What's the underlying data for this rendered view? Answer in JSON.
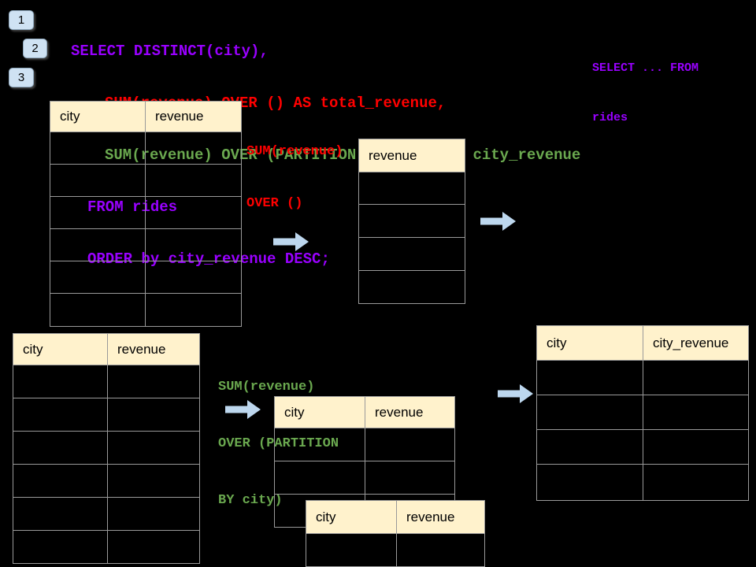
{
  "slide": {
    "background": "#000000"
  },
  "step_badges": [
    {
      "label": "1"
    },
    {
      "label": "2"
    },
    {
      "label": "3"
    }
  ],
  "sql_code": {
    "line1": "SELECT DISTINCT(city),",
    "line2": "SUM(revenue) OVER () AS total_revenue,",
    "line3": "SUM(revenue) OVER (PARTITION BY city) as city_revenue",
    "line4": "FROM rides",
    "line5": "ORDER by city_revenue DESC;"
  },
  "from_note": {
    "line1": "SELECT ... FROM",
    "line2": "rides"
  },
  "total_revenue_note": {
    "line1": "SUM(revenue)",
    "line2": "OVER ()"
  },
  "partition_note": {
    "line1": "SUM(revenue)",
    "line2": "OVER (PARTITION",
    "line3": "BY city)"
  },
  "tables": {
    "source_top": {
      "col1": "city",
      "col2": "revenue",
      "empty_rows": 6
    },
    "total_revenue": {
      "col1": "revenue",
      "empty_rows": 4
    },
    "source_bottom": {
      "col1": "city",
      "col2": "revenue",
      "empty_rows": 6
    },
    "partition_back": {
      "col1": "city",
      "col2": "revenue",
      "empty_rows": 3
    },
    "partition_front": {
      "col1": "city",
      "col2": "revenue",
      "empty_rows": 1
    },
    "result": {
      "col1": "city",
      "col2": "city_revenue",
      "empty_rows": 4
    }
  },
  "colors": {
    "keyword_purple": "#9900ff",
    "total_red": "#ff0000",
    "partition_green": "#6aa84f",
    "arrow_blue": "#bdd7ee",
    "table_header_bg": "#fff2cc",
    "badge_bg": "#cfe2f3",
    "border_gray": "#9a9a9a"
  }
}
